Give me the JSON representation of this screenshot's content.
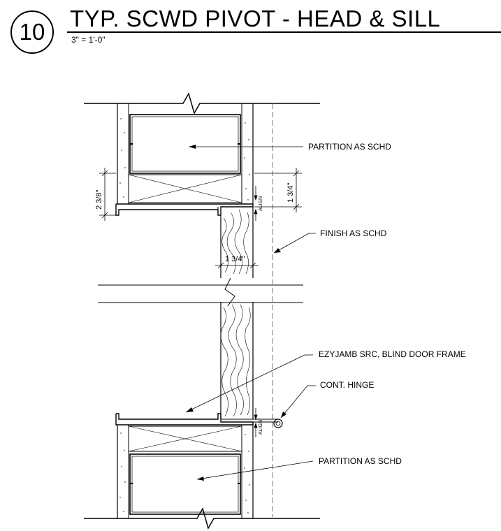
{
  "title": {
    "detail_number": "10",
    "main": "TYP. SCWD PIVOT - HEAD & SILL",
    "scale": "3\" = 1'-0\""
  },
  "annotations": {
    "partition_top": "PARTITION AS SCHD",
    "finish": "FINISH AS SCHD",
    "frame": "EZYJAMB SRC, BLIND DOOR FRAME",
    "hinge": "CONT. HINGE",
    "partition_bottom": "PARTITION AS SCHD"
  },
  "dimensions": {
    "head_left": "2 3/8\"",
    "head_right": "1 3/4\"",
    "door_thickness": "1 3/4\"",
    "align_top": "ALIGN",
    "align_bottom": "ALIGN"
  }
}
